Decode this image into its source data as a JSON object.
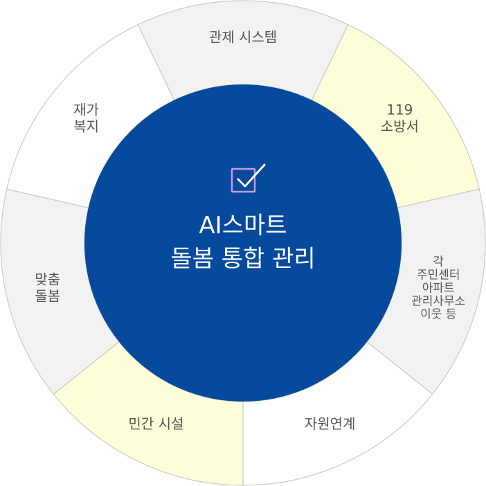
{
  "center": {
    "title_lines": [
      "AI스마트",
      "돌봄 통합 관리"
    ],
    "icon": "checkbox-check-icon",
    "color": "#064a9e"
  },
  "colors": {
    "gray": "#f2f2f2",
    "yellow": "#fefed8",
    "white": "#ffffff",
    "border": "#c9c9c9"
  },
  "segments": [
    {
      "id": "control-system",
      "lines": [
        "관제 시스템"
      ],
      "color": "gray"
    },
    {
      "id": "fire-station",
      "lines": [
        "119",
        "소방서"
      ],
      "color": "yellow"
    },
    {
      "id": "community",
      "lines": [
        "각",
        "주민센터",
        "아파트",
        "관리사무소",
        "이웃 등"
      ],
      "color": "gray"
    },
    {
      "id": "resource-link",
      "lines": [
        "자원연계"
      ],
      "color": "white"
    },
    {
      "id": "private-facility",
      "lines": [
        "민간 시설"
      ],
      "color": "yellow"
    },
    {
      "id": "custom-care",
      "lines": [
        "맞춤",
        "돌봄"
      ],
      "color": "gray"
    },
    {
      "id": "home-welfare",
      "lines": [
        "재가",
        "복지"
      ],
      "color": "white"
    }
  ]
}
